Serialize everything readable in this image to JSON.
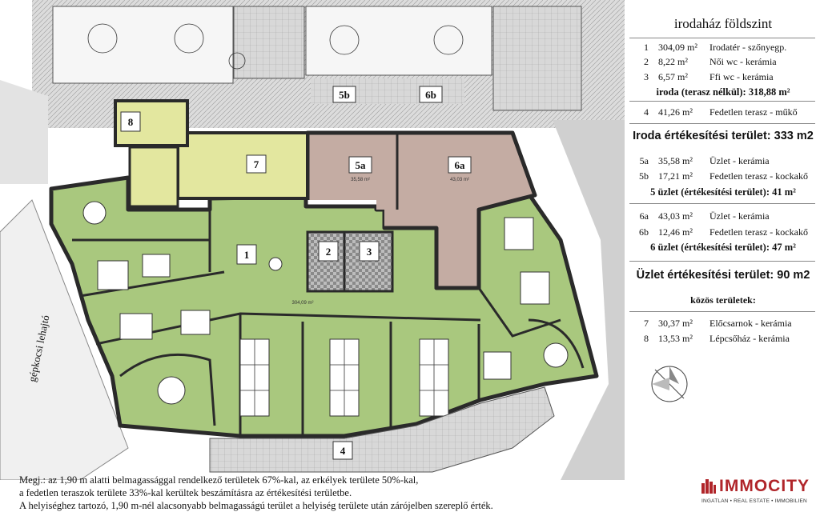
{
  "title": "irodaház földszint",
  "rooms": [
    {
      "no": "1",
      "area": "304,09 m²",
      "desc": "Irodatér - szőnyegp."
    },
    {
      "no": "2",
      "area": "8,22 m²",
      "desc": "Női wc - kerámia"
    },
    {
      "no": "3",
      "area": "6,57 m²",
      "desc": "Ffi wc - kerámia"
    }
  ],
  "office_net": "iroda (terasz nélkül):  318,88 m²",
  "terrace": {
    "no": "4",
    "area": "41,26 m²",
    "desc": "Fedetlen terasz - műkő"
  },
  "office_total": "Iroda értékesítési terület: 333 m2",
  "shop5": [
    {
      "no": "5a",
      "area": "35,58 m²",
      "desc": "Üzlet - kerámia"
    },
    {
      "no": "5b",
      "area": "17,21 m²",
      "desc": "Fedetlen terasz - kockakő"
    }
  ],
  "shop5_total": "5 üzlet (értékesítési terület):  41 m²",
  "shop6": [
    {
      "no": "6a",
      "area": "43,03 m²",
      "desc": "Üzlet - kerámia"
    },
    {
      "no": "6b",
      "area": "12,46 m²",
      "desc": "Fedetlen terasz - kockakő"
    }
  ],
  "shop6_total": "6 üzlet (értékesítési terület):  47 m²",
  "shop_total": "Üzlet értékesítési terület: 90 m2",
  "common_title": "közös területek:",
  "common": [
    {
      "no": "7",
      "area": "30,37 m²",
      "desc": "Előcsarnok - kerámia"
    },
    {
      "no": "8",
      "area": "13,53 m²",
      "desc": "Lépcsőház - kerámia"
    }
  ],
  "plan_labels": {
    "r1": "1",
    "r2": "2",
    "r3": "3",
    "r4": "4",
    "r5a": "5a",
    "r5b": "5b",
    "r6a": "6a",
    "r6b": "6b",
    "r7": "7",
    "r8": "8"
  },
  "plan_small": {
    "a5a": "35,58 m²",
    "a6a": "43,03 m²",
    "a1": "304,09 m²"
  },
  "street": "gépkocsi lehajtó",
  "note": [
    "Megj.: az 1,90 m alatti belmagassággal rendelkező területek 67%-kal, az erkélyek területe 50%-kal,",
    "a fedetlen teraszok területe 33%-kal kerültek beszámításra az értékesítési területbe.",
    "A helyiséghez tartozó, 1,90 m-nél alacsonyabb belmagasságú terület a helyiség területe után zárójelben szereplő érték."
  ],
  "logo": {
    "brand": "IMMOCITY",
    "tagline": "INGATLAN • REAL ESTATE • IMMOBILIEN"
  },
  "colors": {
    "office": "#a9c87e",
    "shop": "#c4aca3",
    "common": "#e3e79f",
    "terrace": "#cfcfcf",
    "wall": "#2a2a2a"
  }
}
